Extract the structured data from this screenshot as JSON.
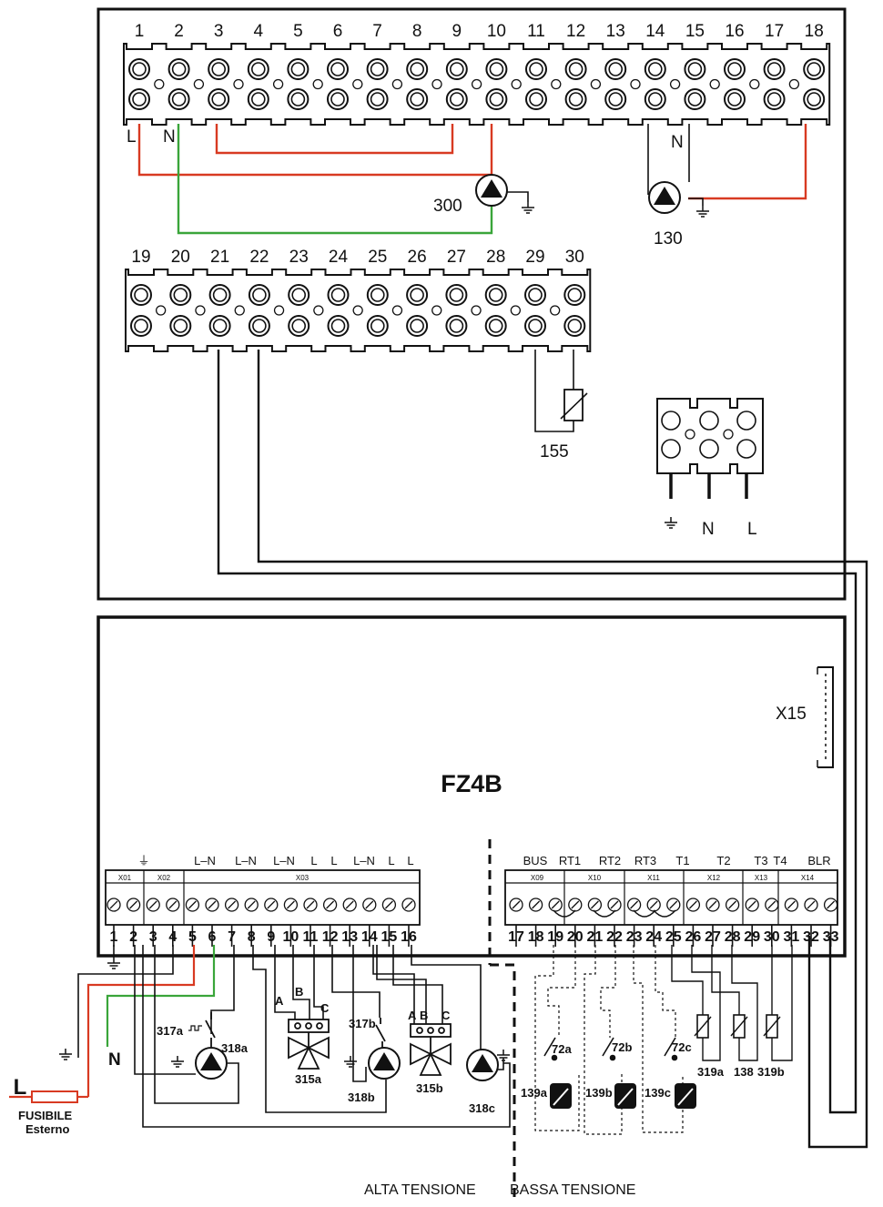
{
  "upper_strip_1": {
    "terminals": [
      "1",
      "2",
      "3",
      "4",
      "5",
      "6",
      "7",
      "8",
      "9",
      "10",
      "11",
      "12",
      "13",
      "14",
      "15",
      "16",
      "17",
      "18"
    ]
  },
  "upper_strip_2": {
    "terminals": [
      "19",
      "20",
      "21",
      "22",
      "23",
      "24",
      "25",
      "26",
      "27",
      "28",
      "29",
      "30"
    ]
  },
  "upper_labels": {
    "l": "L",
    "n": "N",
    "n15": "N",
    "pump300": "300",
    "pump130": "130",
    "sensor155": "155"
  },
  "mains_block": {
    "earth_label": "⏚",
    "n": "N",
    "l": "L"
  },
  "board": {
    "name": "FZ4B",
    "connector": "X15"
  },
  "hv_headers": [
    "⏚",
    "L–N",
    "L–N",
    "L–N",
    "L",
    "L",
    "L–N",
    "L",
    "L"
  ],
  "lv_headers": [
    "BUS",
    "RT1",
    "RT2",
    "RT3",
    "T1",
    "T2",
    "T3",
    "T4",
    "BLR"
  ],
  "groups": [
    "X01",
    "X02",
    "X03",
    "X09",
    "X10",
    "X11",
    "X12",
    "X13",
    "X14"
  ],
  "board_terminals": [
    "1",
    "2",
    "3",
    "4",
    "5",
    "6",
    "7",
    "8",
    "9",
    "10",
    "11",
    "12",
    "13",
    "14",
    "15",
    "16",
    "17",
    "18",
    "19",
    "20",
    "21",
    "22",
    "23",
    "24",
    "25",
    "26",
    "27",
    "28",
    "29",
    "30",
    "31",
    "32",
    "33"
  ],
  "components": {
    "c317a": "317a",
    "c318a": "318a",
    "c317b": "317b",
    "c318b": "318b",
    "c315a": "315a",
    "c315b": "315b",
    "c318c": "318c",
    "c72a": "72a",
    "c72b": "72b",
    "c72c": "72c",
    "c139a": "139a",
    "c139b": "139b",
    "c139c": "139c",
    "c319a": "319a",
    "c138": "138",
    "c319b": "319b"
  },
  "valve_ports": {
    "a": "A",
    "b": "B",
    "c": "C"
  },
  "supply": {
    "l": "L",
    "n": "N",
    "fuse": "FUSIBILE",
    "fuse2": "Esterno"
  },
  "zones": {
    "high": "ALTA TENSIONE",
    "low": "BASSA TENSIONE"
  },
  "colors": {
    "live": "#d83a22",
    "neutral": "#3aa53a",
    "wire": "#111111"
  }
}
